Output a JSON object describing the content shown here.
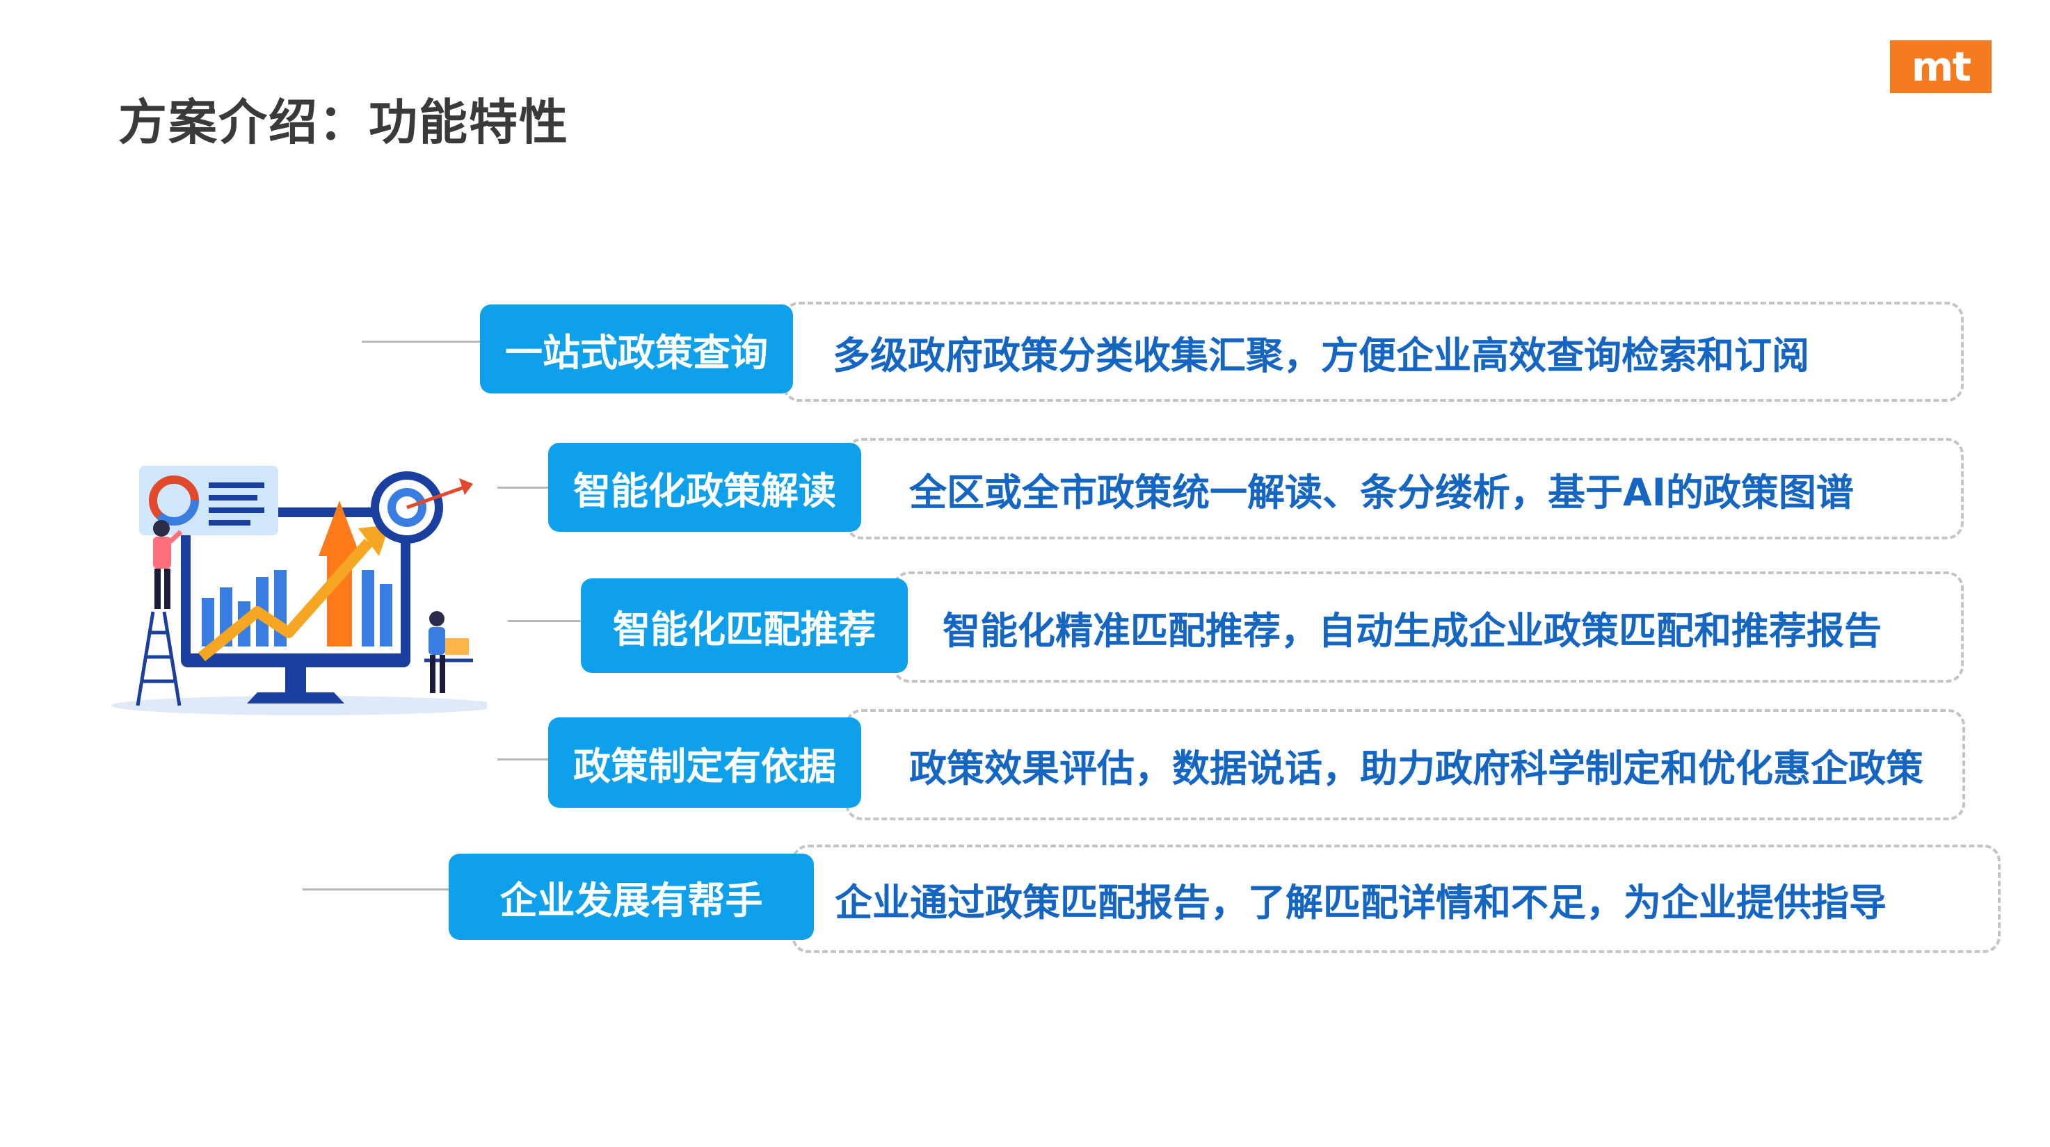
{
  "page": {
    "title": "方案介绍：功能特性"
  },
  "brand": {
    "logo_text": "mt",
    "logo_color": "#f47b20",
    "label_color": "#0fa0ec",
    "text_color": "#1466c2"
  },
  "features": [
    {
      "label": "一站式政策查询",
      "description": "多级政府政策分类收集汇聚，方便企业高效查询检索和订阅"
    },
    {
      "label": "智能化政策解读",
      "description": "全区或全市政策统一解读、条分缕析，基于AI的政策图谱"
    },
    {
      "label": "智能化匹配推荐",
      "description": "智能化精准匹配推荐，自动生成企业政策匹配和推荐报告"
    },
    {
      "label": "政策制定有依据",
      "description": "政策效果评估，数据说话，助力政府科学制定和优化惠企政策"
    },
    {
      "label": "企业发展有帮手",
      "description": "企业通过政策匹配报告，了解匹配详情和不足，为企业提供指导"
    }
  ],
  "illustration": {
    "icons": [
      "monitor-icon",
      "bar-chart-icon",
      "trend-arrow-icon",
      "target-icon",
      "dashboard-card-icon",
      "person-on-ladder-icon",
      "person-at-desk-icon"
    ]
  }
}
